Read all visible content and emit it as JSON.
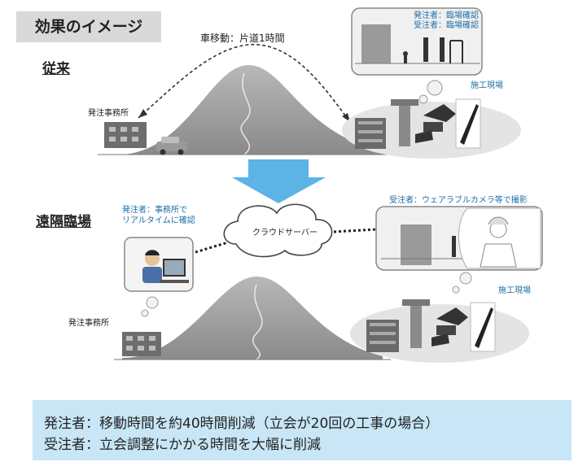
{
  "header": {
    "title": "効果のイメージ"
  },
  "conventional": {
    "label": "従来",
    "trip_label": "車移動：片道1時間",
    "office_label": "発注事務所",
    "site_label": "施工現場",
    "bubble_lines": [
      "発注者：臨場確認",
      "受注者：臨場確認"
    ]
  },
  "remote": {
    "label": "遠隔臨場",
    "orderer_note_lines": [
      "発注者：事務所で",
      "リアルタイムに確認"
    ],
    "cloud_label": "クラウドサーバー",
    "contractor_note": "受注者：ウェアラブルカメラ等で撮影",
    "office_label": "発注事務所",
    "site_label": "施工現場"
  },
  "summary": {
    "line1": "発注者：移動時間を約40時間削減（立会が20回の工事の場合）",
    "line2": "受注者：立会調整にかかる時間を大幅に削減"
  },
  "colors": {
    "arrow": "#5bb3e6",
    "summary_bg": "#c8e6f5",
    "header_bg": "#d9d9d9",
    "accent_text": "#1a6fa8"
  }
}
